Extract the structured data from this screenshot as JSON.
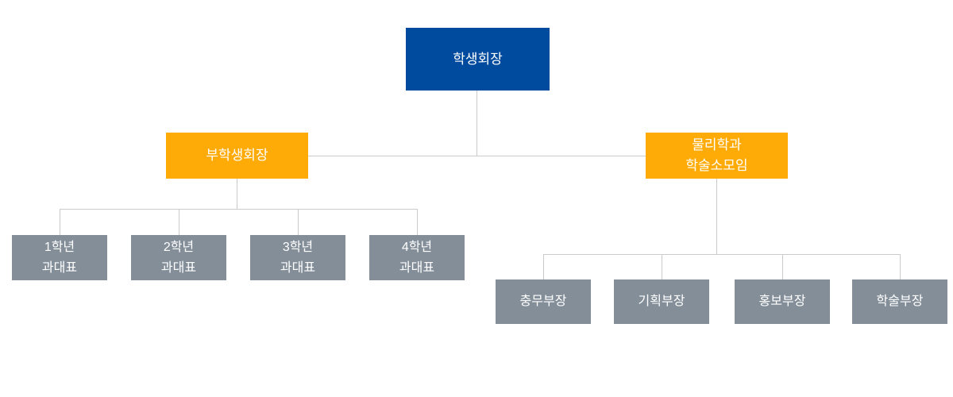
{
  "page": {
    "background": "#ffffff",
    "description": "Student council organization chart"
  },
  "colors": {
    "root_box": "#004b9e",
    "branch_box": "#ffab07",
    "leaf_box": "#838e99",
    "box_text": "#ffffff",
    "connector_line": "#cbcbcb"
  },
  "org": {
    "root": {
      "label": "학생회장"
    },
    "left": {
      "head": {
        "label": "부학생회장"
      },
      "children": [
        {
          "label": "1학년\n과대표"
        },
        {
          "label": "2학년\n과대표"
        },
        {
          "label": "3학년\n과대표"
        },
        {
          "label": "4학년\n과대표"
        }
      ]
    },
    "right": {
      "head": {
        "label": "물리학과\n학술소모임"
      },
      "children": [
        {
          "label": "충무부장"
        },
        {
          "label": "기획부장"
        },
        {
          "label": "홍보부장"
        },
        {
          "label": "학술부장"
        }
      ]
    }
  }
}
